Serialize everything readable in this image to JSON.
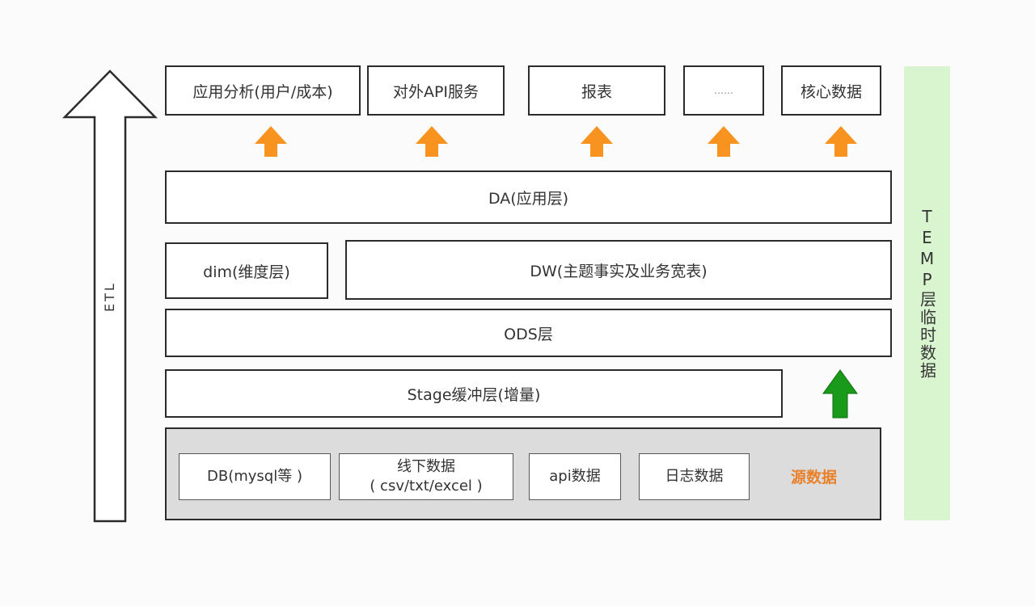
{
  "etl_label": "ETL",
  "apps": [
    {
      "label": "应用分析(用户/成本)"
    },
    {
      "label": "对外API服务"
    },
    {
      "label": "报表"
    },
    {
      "label": "……"
    },
    {
      "label": "核心数据"
    }
  ],
  "layers": {
    "da": "DA(应用层)",
    "dim": "dim(维度层)",
    "dw": "DW(主题事实及业务宽表)",
    "ods": "ODS层",
    "stage": "Stage缓冲层(增量)"
  },
  "sources": {
    "db": "DB(mysql等 )",
    "offline_line1": "线下数据",
    "offline_line2": "( csv/txt/excel )",
    "api": "api数据",
    "log": "日志数据",
    "label": "源数据"
  },
  "temp_label": "TEMP层临时数据",
  "colors": {
    "orange_arrow": "#f7931e",
    "green_arrow": "#1a9a1a",
    "source_label": "#e8812a",
    "temp_panel": "#d9f5cf",
    "source_panel": "#dcdcdc"
  }
}
